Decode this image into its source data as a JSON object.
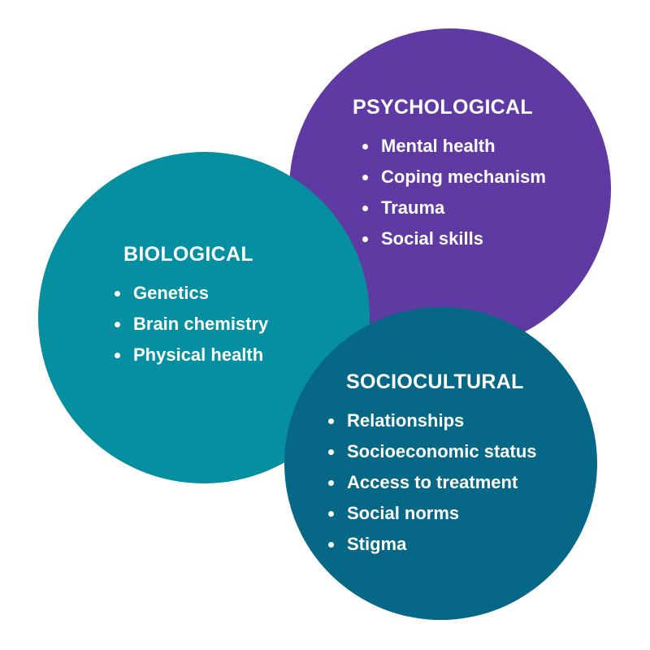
{
  "colors": {
    "psychological": "#5f3aa3",
    "biological": "#058fa0",
    "sociocultural": "#066786",
    "text": "#ffffff"
  },
  "psychological": {
    "title": "PSYCHOLOGICAL",
    "items": [
      "Mental health",
      "Coping mechanism",
      "Trauma",
      "Social skills"
    ]
  },
  "biological": {
    "title": "BIOLOGICAL",
    "items": [
      "Genetics",
      "Brain chemistry",
      "Physical health"
    ]
  },
  "sociocultural": {
    "title": "SOCIOCULTURAL",
    "items": [
      "Relationships",
      "Socioeconomic status",
      "Access to treatment",
      "Social norms",
      "Stigma"
    ]
  }
}
